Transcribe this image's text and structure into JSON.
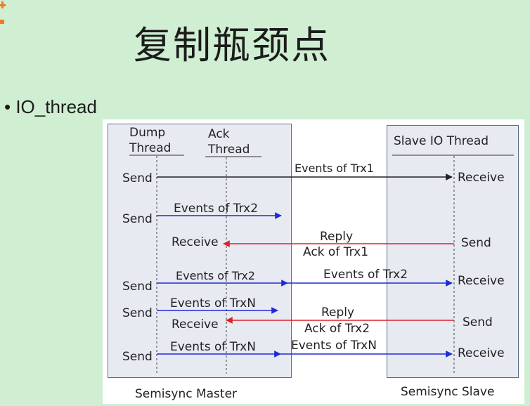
{
  "slide": {
    "title": "复制瓶颈点",
    "bullet": "IO_thread"
  },
  "diagram": {
    "master_label": "Semisync Master",
    "slave_label": "Semisync Slave",
    "dump_thread": [
      "Dump",
      "Thread"
    ],
    "ack_thread": [
      "Ack",
      "Thread"
    ],
    "slave_io_thread": "Slave IO Thread",
    "left_labels": [
      "Send",
      "Send",
      "Receive",
      "Send",
      "Send",
      "Receive",
      "Send"
    ],
    "right_labels": [
      "Receive",
      "Send",
      "Receive",
      "Send",
      "Receive"
    ],
    "messages": [
      {
        "text": "Events of Trx1"
      },
      {
        "text": "Events of Trx2"
      },
      {
        "text": "Reply",
        "text2": "Ack of Trx1"
      },
      {
        "text": "Events of Trx2"
      },
      {
        "text": "Events of Trx2"
      },
      {
        "text": "Events of TrxN"
      },
      {
        "text": "Reply",
        "text2": "Ack of Trx2"
      },
      {
        "text": "Events of TrxN"
      },
      {
        "text": "Events of TrxN"
      }
    ]
  },
  "colors": {
    "black_arrow": "#222222",
    "blue_arrow": "#1f2bd6",
    "red_arrow": "#e0202a"
  }
}
